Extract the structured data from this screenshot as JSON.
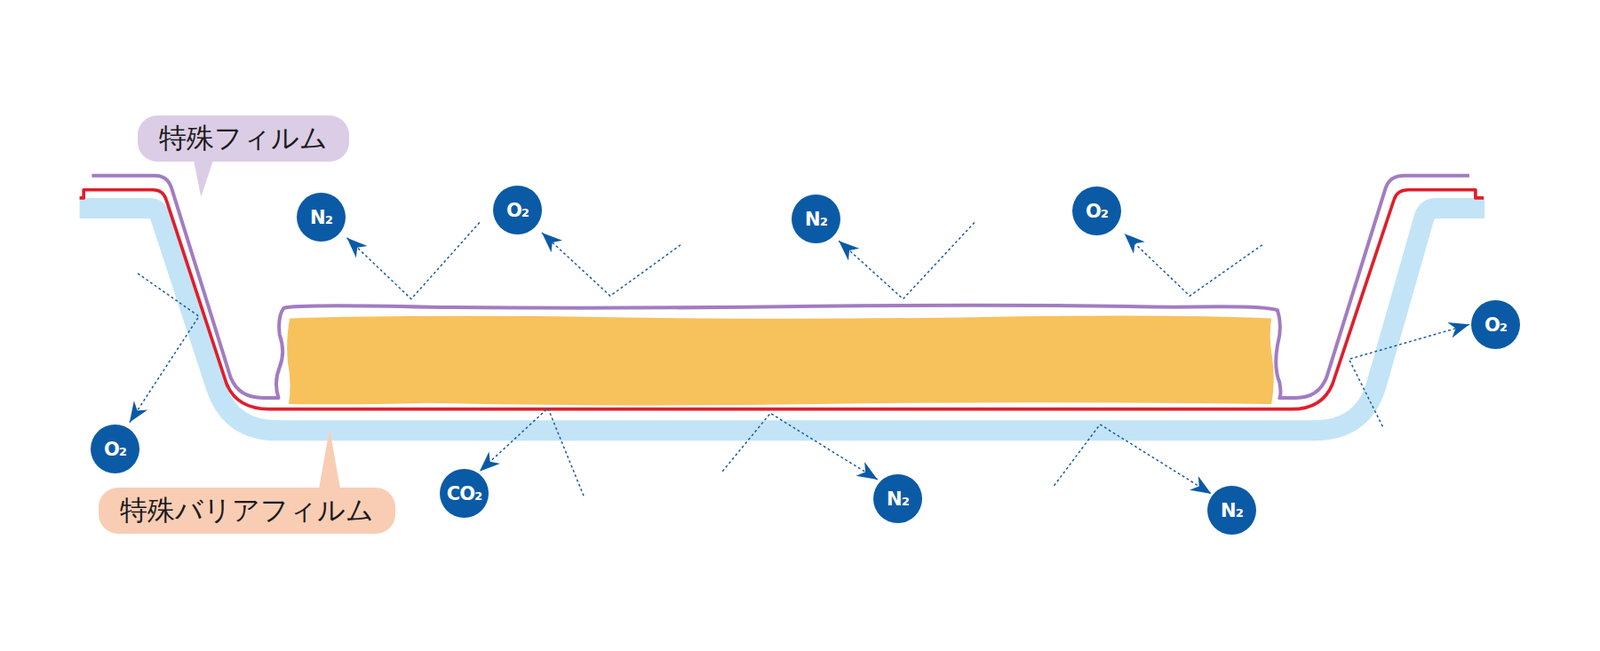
{
  "diagram": {
    "nodes": [
      {
        "text": [
          "特殊フィルム"
        ]
      },
      {
        "text": [
          "N₂"
        ]
      },
      {
        "text": [
          "O₂"
        ]
      },
      {
        "text": [
          "N₂"
        ]
      },
      {
        "text": [
          "O₂"
        ]
      },
      {
        "text": [
          "O₂"
        ]
      },
      {
        "text": [
          "O₂"
        ]
      },
      {
        "text": [
          "CO₂"
        ]
      },
      {
        "text": [
          "N₂"
        ]
      },
      {
        "text": [
          "N₂"
        ]
      },
      {
        "text": [
          "特殊バリアフィルム"
        ]
      }
    ]
  }
}
